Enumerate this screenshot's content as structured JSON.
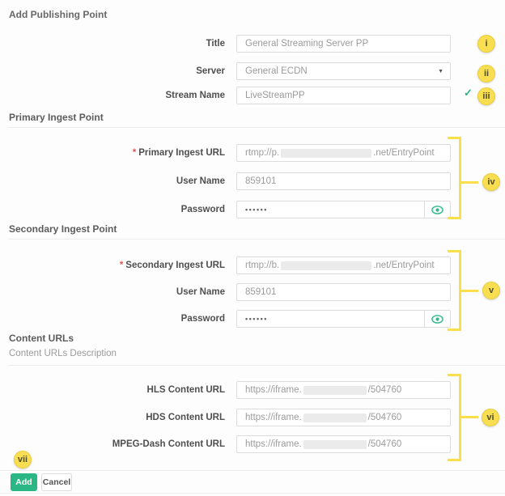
{
  "header": {
    "title": "Add Publishing Point"
  },
  "basic": {
    "title_label": "Title",
    "title_value": "General Streaming Server PP",
    "server_label": "Server",
    "server_value": "General ECDN",
    "stream_label": "Stream Name",
    "stream_value": "LiveStreamPP"
  },
  "primary": {
    "section_title": "Primary Ingest Point",
    "required_mark": "*",
    "url_label": "Primary Ingest URL",
    "url_prefix": "rtmp://p.",
    "url_suffix": ".net/EntryPoint",
    "user_label": "User Name",
    "user_value": "859101",
    "password_label": "Password",
    "password_value": "••••••"
  },
  "secondary": {
    "section_title": "Secondary Ingest Point",
    "required_mark": "*",
    "url_label": "Secondary Ingest URL",
    "url_prefix": "rtmp://b.",
    "url_suffix": ".net/EntryPoint",
    "user_label": "User Name",
    "user_value": "859101",
    "password_label": "Password",
    "password_value": "••••••"
  },
  "content": {
    "section_title": "Content URLs",
    "description": "Content URLs Description",
    "hls_label": "HLS Content URL",
    "hds_label": "HDS Content URL",
    "mpeg_label": "MPEG-Dash Content URL",
    "url_prefix": "https://iframe.",
    "url_suffix": "/504760"
  },
  "annotations": {
    "i": "i",
    "ii": "ii",
    "iii": "iii",
    "iv": "iv",
    "v": "v",
    "vi": "vi",
    "vii": "vii"
  },
  "buttons": {
    "add": "Add",
    "cancel": "Cancel"
  },
  "icons": {
    "dropdown_glyph": "▼",
    "check_glyph": "✓",
    "eye": "eye-icon"
  },
  "colors": {
    "accent_green": "#2bb685",
    "annotation_yellow": "#f8de50",
    "bracket_yellow": "#fadf4b",
    "required_red": "#e25555"
  }
}
